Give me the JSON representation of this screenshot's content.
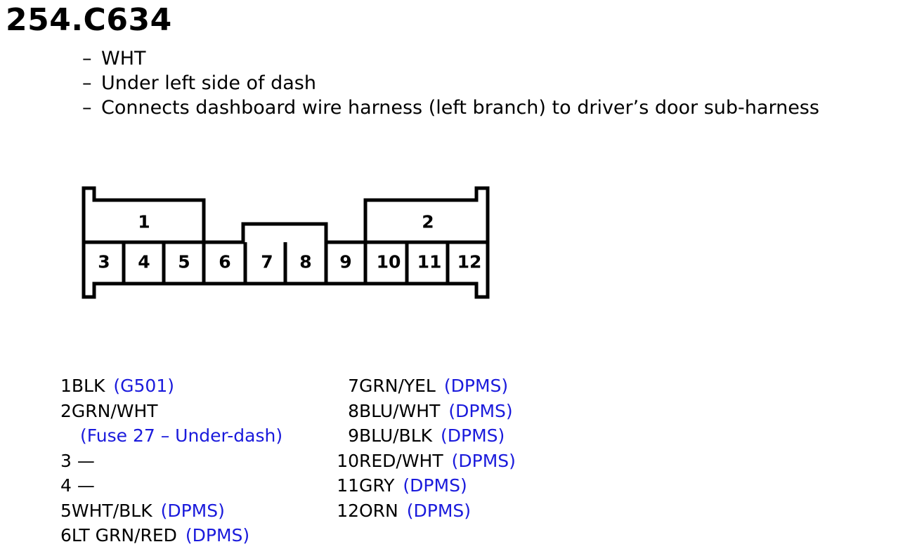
{
  "connector": {
    "id": "254.C634",
    "notes": [
      {
        "dash": "–",
        "text": "WHT"
      },
      {
        "dash": "–",
        "text": "Under left side of dash"
      },
      {
        "dash": "–",
        "text": "Connects dashboard wire harness (left branch) to driver’s door sub-harness"
      }
    ]
  },
  "diagram": {
    "top_cavities": [
      "1",
      "2"
    ],
    "bottom_pins": [
      "3",
      "4",
      "5",
      "6",
      "7",
      "8",
      "9",
      "10",
      "11",
      "12"
    ]
  },
  "pins_left": [
    {
      "num": "1",
      "wire": "BLK",
      "ref": "(G501)"
    },
    {
      "num": "2",
      "wire": "GRN/WHT",
      "ref": "(Fuse 27 – Under-dash)"
    },
    {
      "num": "3",
      "wire": "—",
      "ref": ""
    },
    {
      "num": "4",
      "wire": "—",
      "ref": ""
    },
    {
      "num": "5",
      "wire": "WHT/BLK",
      "ref": "(DPMS)"
    },
    {
      "num": "6",
      "wire": "LT GRN/RED",
      "ref": "(DPMS)"
    }
  ],
  "pins_right": [
    {
      "num": "7",
      "wire": "GRN/YEL",
      "ref": "(DPMS)"
    },
    {
      "num": "8",
      "wire": "BLU/WHT",
      "ref": "(DPMS)"
    },
    {
      "num": "9",
      "wire": "BLU/BLK",
      "ref": "(DPMS)"
    },
    {
      "num": "10",
      "wire": "RED/WHT",
      "ref": "(DPMS)"
    },
    {
      "num": "11",
      "wire": "GRY",
      "ref": "(DPMS)"
    },
    {
      "num": "12",
      "wire": "ORN",
      "ref": "(DPMS)"
    }
  ],
  "colors": {
    "reference": "#1a1adc",
    "text": "#000000"
  }
}
